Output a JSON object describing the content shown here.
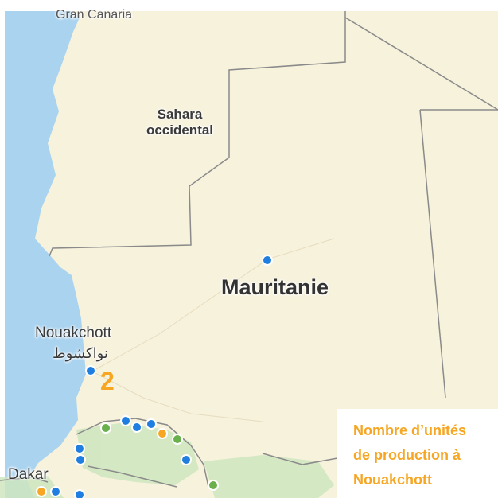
{
  "map": {
    "labels": {
      "island": "Gran Canaria",
      "region": "Sahara occidental",
      "country": "Mauritanie",
      "capital": "Nouakchott",
      "capital_ar": "نواكشوط",
      "city2": "Dakar"
    },
    "colors": {
      "sea": "#aad3f0",
      "land": "#f7f2dc",
      "border": "#8a8a8a",
      "vegetation": "#cfe6bf",
      "marker_blue": "#1f7ee0",
      "marker_green": "#6ab04c",
      "marker_orange": "#f6a623"
    },
    "markers": [
      {
        "kind": "blue"
      },
      {
        "kind": "blue"
      },
      {
        "kind": "green"
      },
      {
        "kind": "blue"
      },
      {
        "kind": "blue"
      },
      {
        "kind": "blue"
      },
      {
        "kind": "orange"
      },
      {
        "kind": "green"
      },
      {
        "kind": "blue"
      },
      {
        "kind": "blue"
      },
      {
        "kind": "blue"
      },
      {
        "kind": "green"
      },
      {
        "kind": "orange"
      },
      {
        "kind": "blue"
      },
      {
        "kind": "blue"
      }
    ]
  },
  "overlay": {
    "count": "2",
    "caption_line1": "Nombre d’unités",
    "caption_line2": "de production à",
    "caption_line3": "Nouakchott"
  }
}
